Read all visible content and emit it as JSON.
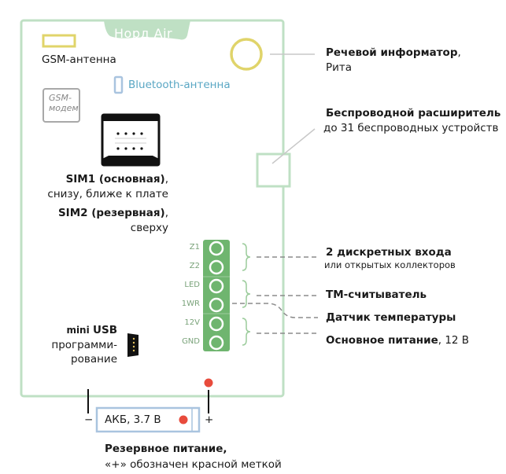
{
  "board": {
    "title": "Норд Air",
    "colors": {
      "border": "#bfe0c4",
      "title_bg": "#bfe0c4",
      "terminal": "#6fb56f",
      "speaker": "#e0d46a",
      "bluetooth": "#5aa7c4",
      "red_mark": "#e84b3c",
      "battery_border": "#a9c4df"
    }
  },
  "components": {
    "gsm_antenna": "GSM-антенна",
    "bluetooth_antenna": "Bluetooth-антенна",
    "gsm_modem": {
      "line1": "GSM-",
      "line2": "модем"
    },
    "sim1_title": "SIM1 (основная)",
    "sim1_suffix": ",",
    "sim1_desc": "снизу, ближе к плате",
    "sim2_title": "SIM2 (резервная)",
    "sim2_suffix": ",",
    "sim2_desc": "сверху",
    "usb_mini": "mini",
    "usb_title": "USB",
    "usb_line1": "программи-",
    "usb_line2": "рование"
  },
  "terminals": [
    "Z1",
    "Z2",
    "LED",
    "1WR",
    "12V",
    "GND"
  ],
  "callouts": {
    "speaker_title": "Речевой информатор",
    "speaker_suffix": ",",
    "speaker_desc": "Рита",
    "expander_title": "Беспроводной расширитель",
    "expander_desc": "до 31 беспроводных устройств",
    "inputs_title": "2 дискретных входа",
    "inputs_desc": "или открытых коллекторов",
    "tm_reader": "ТМ-считыватель",
    "temp_sensor": "Датчик температуры",
    "power_title": "Основное питание",
    "power_desc": ", 12 В"
  },
  "battery": {
    "label": "АКБ, 3.7 В",
    "minus": "−",
    "plus": "+",
    "title": "Резервное питание,",
    "desc": "«+» обозначен красной меткой"
  }
}
